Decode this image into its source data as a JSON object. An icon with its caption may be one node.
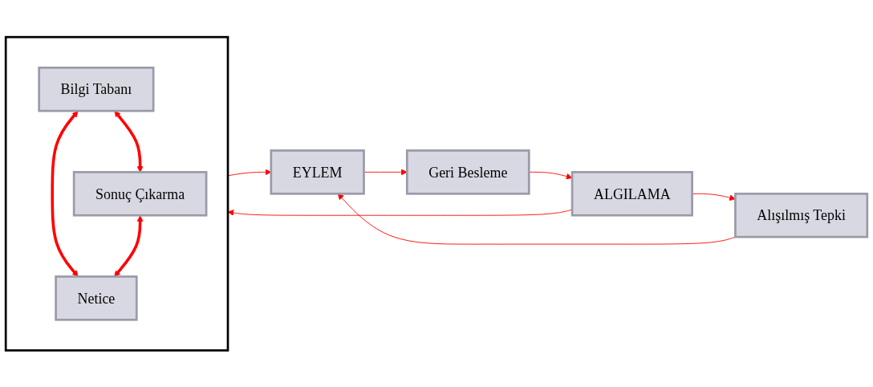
{
  "diagram": {
    "nodes": [
      {
        "text": [
          "ALGILAMA"
        ]
      },
      {
        "text": [
          "Alışılmış Tepki"
        ]
      },
      {
        "text": [
          "EYLEM"
        ]
      },
      {
        "text": [],
        "shape": "box"
      },
      {
        "text": [
          "Bilgi Tabanı"
        ],
        "in": 3
      },
      {
        "text": [
          "Sonuç Çıkarma"
        ],
        "in": 3
      },
      {
        "text": [
          "Netice"
        ],
        "in": 3
      },
      {
        "text": [
          "Geri Besleme"
        ]
      }
    ],
    "edges": [
      {
        "from": 0,
        "to": 1,
        "arrow": "to"
      },
      {
        "from": 1,
        "to": 2,
        "arrow": "to"
      },
      {
        "from": 0,
        "to": 3,
        "arrow": "to"
      },
      {
        "from": 3,
        "to": 2,
        "arrow": "to"
      },
      {
        "from": 2,
        "to": 7,
        "arrow": "to"
      },
      {
        "from": 7,
        "to": 0,
        "arrow": "to"
      },
      {
        "from": 4,
        "to": 5,
        "arrow": "both",
        "style": "thick"
      },
      {
        "from": 4,
        "to": 6,
        "arrow": "both",
        "style": "thick"
      },
      {
        "from": 5,
        "to": 6,
        "arrow": "both",
        "style": "thick"
      }
    ]
  }
}
